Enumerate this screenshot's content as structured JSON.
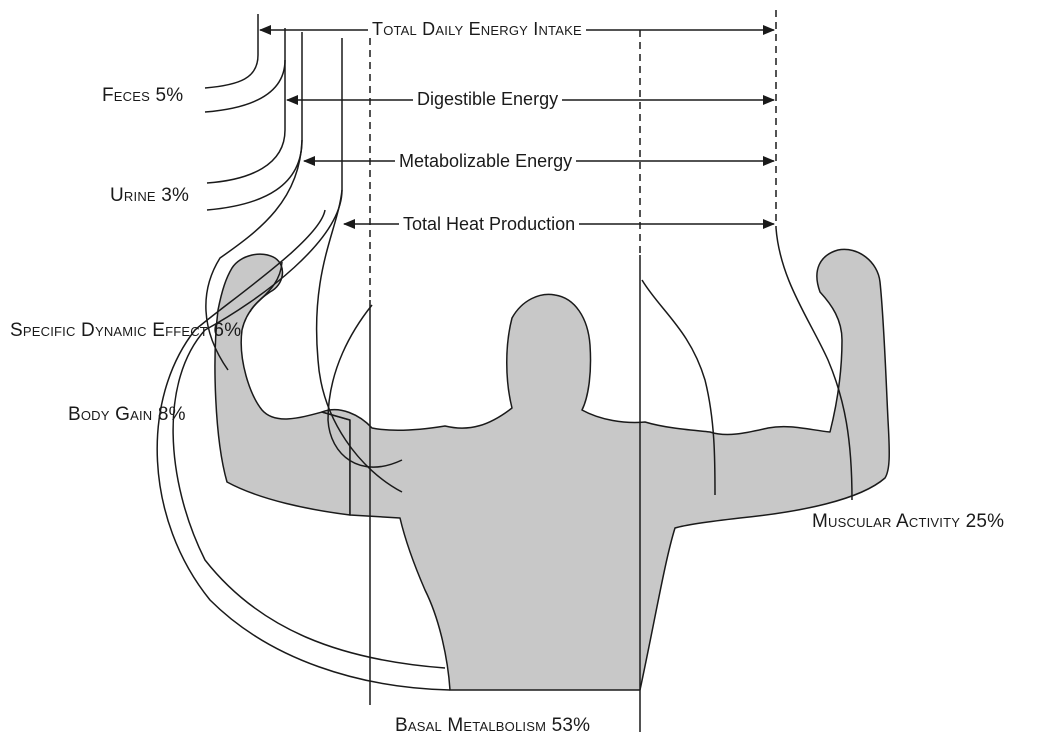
{
  "labels": {
    "total_daily_energy_intake": "Total Daily Energy Intake",
    "digestible_energy": "Digestible Energy",
    "metabolizable_energy": "Metabolizable Energy",
    "total_heat_production": "Total Heat Production",
    "feces": "Feces 5%",
    "urine": "Urine 3%",
    "specific_dynamic_effect": "Specific Dynamic Effect 6%",
    "body_gain": "Body Gain 8%",
    "muscular_activity": "Muscular Activity 25%",
    "basal_metabolism": "Basal Metalbolism 53%"
  },
  "colors": {
    "body_fill": "#c8c8c8",
    "line": "#1a1a1a",
    "background": "#ffffff"
  }
}
